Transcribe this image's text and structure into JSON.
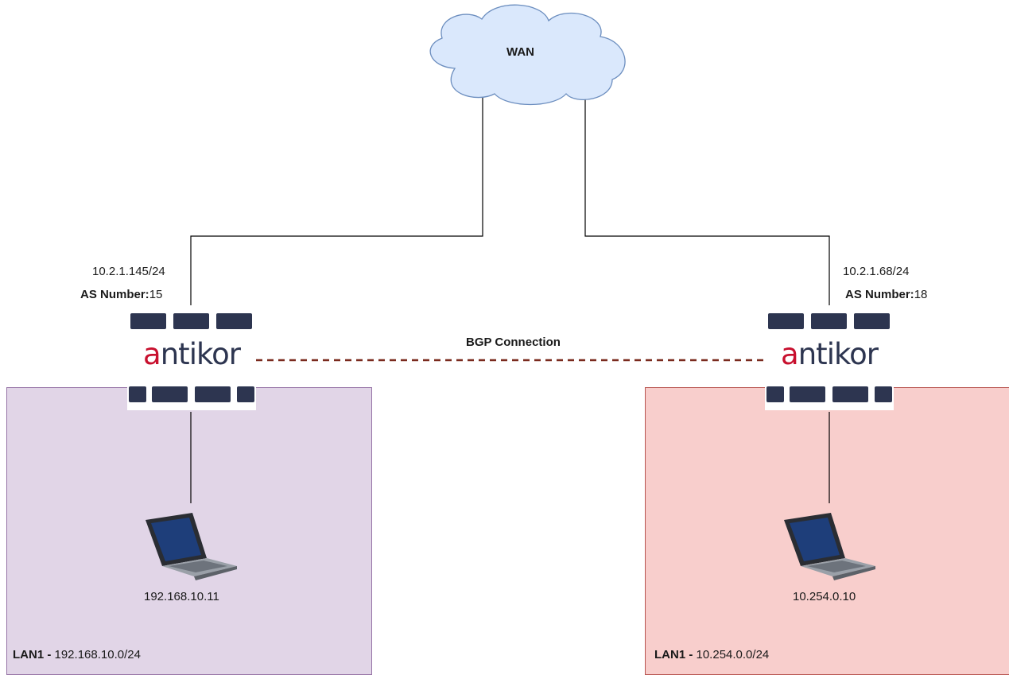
{
  "wan": {
    "label": "WAN"
  },
  "bgp": {
    "label": "BGP Connection"
  },
  "brand": {
    "first_letter": "a",
    "rest": "ntikor"
  },
  "left": {
    "ip": "10.2.1.145/24",
    "as_label": "AS Number:",
    "as_value": "15",
    "host_ip": "192.168.10.11",
    "lan_label": "LAN1 - ",
    "lan_subnet": "192.168.10.0/24"
  },
  "right": {
    "ip": "10.2.1.68/24",
    "as_label": "AS Number:",
    "as_value": "18",
    "host_ip": "10.254.0.10",
    "lan_label": "LAN1 - ",
    "lan_subnet": "10.254.0.0/24"
  },
  "colors": {
    "cloud_fill": "#dae8fc",
    "cloud_stroke": "#6c8ebf",
    "left_zone": "#e1d5e7",
    "right_zone": "#f8cecc",
    "firewall": "#2d3550",
    "brand_accent": "#c8102e",
    "bgp_line": "#7a2a1e"
  }
}
